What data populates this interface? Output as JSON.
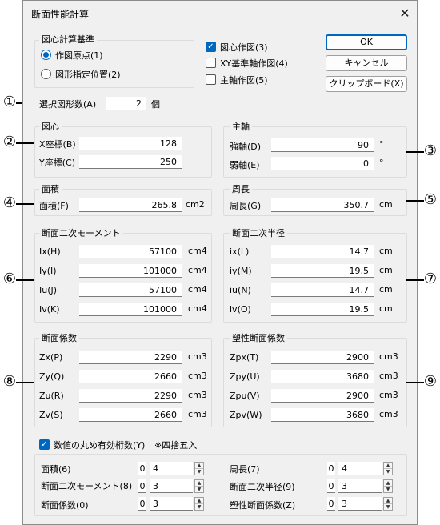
{
  "title": "断面性能計算",
  "close_glyph": "✕",
  "centroid_basis": {
    "label": "図心計算基準",
    "options": [
      {
        "label": "作図原点(1)",
        "selected": true
      },
      {
        "label": "図形指定位置(2)",
        "selected": false
      }
    ]
  },
  "draw_options": [
    {
      "label": "図心作図(3)",
      "checked": true
    },
    {
      "label": "XY基準軸作図(4)",
      "checked": false
    },
    {
      "label": "主軸作図(5)",
      "checked": false
    }
  ],
  "buttons": {
    "ok": "OK",
    "cancel": "キャンセル",
    "clipboard": "クリップボード(X)"
  },
  "markers": [
    "①",
    "②",
    "③",
    "④",
    "⑤",
    "⑥",
    "⑦",
    "⑧",
    "⑨"
  ],
  "selected_count": {
    "label": "選択図形数(A)",
    "value": "2",
    "unit": "個"
  },
  "centroid": {
    "label": "図心",
    "x_label": "X座標(B)",
    "x_value": "128",
    "y_label": "Y座標(C)",
    "y_value": "250"
  },
  "principal_axis": {
    "label": "主軸",
    "strong_label": "強軸(D)",
    "strong_value": "90",
    "weak_label": "弱軸(E)",
    "weak_value": "0",
    "unit": "°"
  },
  "area": {
    "label": "面積",
    "field_label": "面積(F)",
    "value": "265.8",
    "unit": "cm2"
  },
  "perimeter": {
    "label": "周長",
    "field_label": "周長(G)",
    "value": "350.7",
    "unit": "cm"
  },
  "moment": {
    "label": "断面二次モーメント",
    "unit": "cm4",
    "rows": [
      {
        "label": "Ix(H)",
        "value": "57100"
      },
      {
        "label": "Iy(I)",
        "value": "101000"
      },
      {
        "label": "Iu(J)",
        "value": "57100"
      },
      {
        "label": "Iv(K)",
        "value": "101000"
      }
    ]
  },
  "radius": {
    "label": "断面二次半径",
    "unit": "cm",
    "rows": [
      {
        "label": "ix(L)",
        "value": "14.7"
      },
      {
        "label": "iy(M)",
        "value": "19.5"
      },
      {
        "label": "iu(N)",
        "value": "14.7"
      },
      {
        "label": "iv(O)",
        "value": "19.5"
      }
    ]
  },
  "modulus": {
    "label": "断面係数",
    "unit": "cm3",
    "rows": [
      {
        "label": "Zx(P)",
        "value": "2290"
      },
      {
        "label": "Zy(Q)",
        "value": "2660"
      },
      {
        "label": "Zu(R)",
        "value": "2290"
      },
      {
        "label": "Zv(S)",
        "value": "2660"
      }
    ]
  },
  "plastic": {
    "label": "塑性断面係数",
    "unit": "cm3",
    "rows": [
      {
        "label": "Zpx(T)",
        "value": "2900"
      },
      {
        "label": "Zpy(U)",
        "value": "3680"
      },
      {
        "label": "Zpu(V)",
        "value": "2900"
      },
      {
        "label": "Zpv(W)",
        "value": "3680"
      }
    ]
  },
  "rounding": {
    "label": "数値の丸め有効桁数(Y)",
    "note": "※四捨五入",
    "checked": true,
    "rows": [
      {
        "label": "面積(6)",
        "small": "0",
        "value": "4"
      },
      {
        "label": "断面二次モーメント(8)",
        "small": "0",
        "value": "3"
      },
      {
        "label": "断面係数(0)",
        "small": "0",
        "value": "3"
      },
      {
        "label": "周長(7)",
        "small": "0",
        "value": "4"
      },
      {
        "label": "断面二次半径(9)",
        "small": "0",
        "value": "3"
      },
      {
        "label": "塑性断面係数(Z)",
        "small": "0",
        "value": "3"
      }
    ]
  },
  "colors": {
    "accent": "#0067c0",
    "dialog_bg": "#f0f0f0"
  }
}
